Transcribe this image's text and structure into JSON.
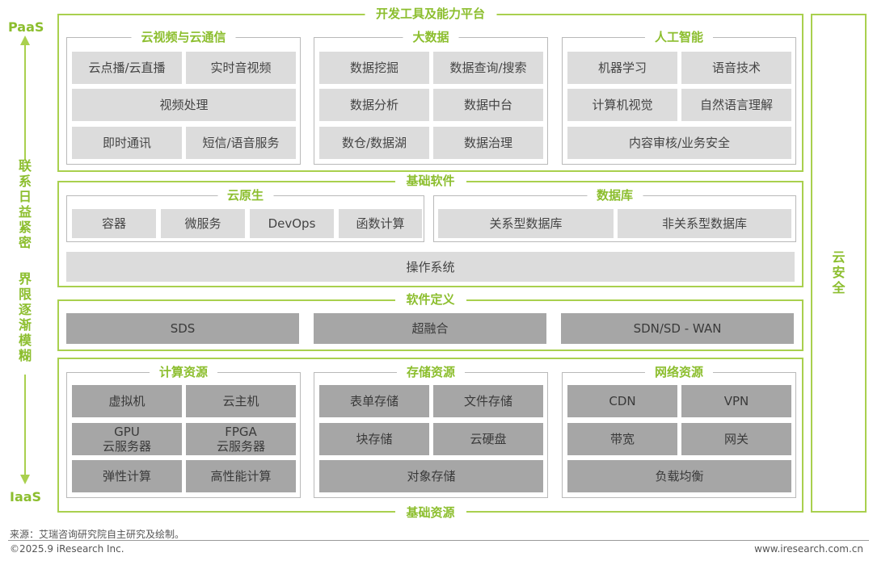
{
  "left_axis": {
    "top_label": "PaaS",
    "bottom_label": "IaaS",
    "chars": [
      "联",
      "系",
      "日",
      "益",
      "紧",
      "密",
      "界",
      "限",
      "逐",
      "渐",
      "模",
      "糊"
    ]
  },
  "right_panel": {
    "chars": [
      "云",
      "安",
      "全"
    ]
  },
  "dev_platform": {
    "title": "开发工具及能力平台",
    "groups": [
      {
        "title": "云视频与云通信",
        "items": [
          "云点播/云直播",
          "实时音视频",
          "视频处理",
          "即时通讯",
          "短信/语音服务"
        ]
      },
      {
        "title": "大数据",
        "items": [
          "数据挖掘",
          "数据查询/搜索",
          "数据分析",
          "数据中台",
          "数仓/数据湖",
          "数据治理"
        ]
      },
      {
        "title": "人工智能",
        "items": [
          "机器学习",
          "语音技术",
          "计算机视觉",
          "自然语言理解",
          "内容审核/业务安全"
        ]
      }
    ]
  },
  "base_software": {
    "title": "基础软件",
    "cloud_native": {
      "title": "云原生",
      "items": [
        "容器",
        "微服务",
        "DevOps",
        "函数计算"
      ]
    },
    "database": {
      "title": "数据库",
      "items": [
        "关系型数据库",
        "非关系型数据库"
      ]
    },
    "os": "操作系统"
  },
  "software_defined": {
    "title": "软件定义",
    "items": [
      "SDS",
      "超融合",
      "SDN/SD - WAN"
    ]
  },
  "base_resources": {
    "title": "基础资源",
    "compute": {
      "title": "计算资源",
      "items": [
        "虚拟机",
        "云主机",
        "GPU\n云服务器",
        "FPGA\n云服务器",
        "弹性计算",
        "高性能计算"
      ]
    },
    "storage": {
      "title": "存储资源",
      "items": [
        "表单存储",
        "文件存储",
        "块存储",
        "云硬盘",
        "对象存储"
      ]
    },
    "network": {
      "title": "网络资源",
      "items": [
        "CDN",
        "VPN",
        "带宽",
        "网关",
        "负载均衡"
      ]
    }
  },
  "footer": {
    "source": "来源：艾瑞咨询研究院自主研究及绘制。",
    "copyright": "©2025.9 iResearch Inc.",
    "website": "www.iresearch.com.cn"
  }
}
